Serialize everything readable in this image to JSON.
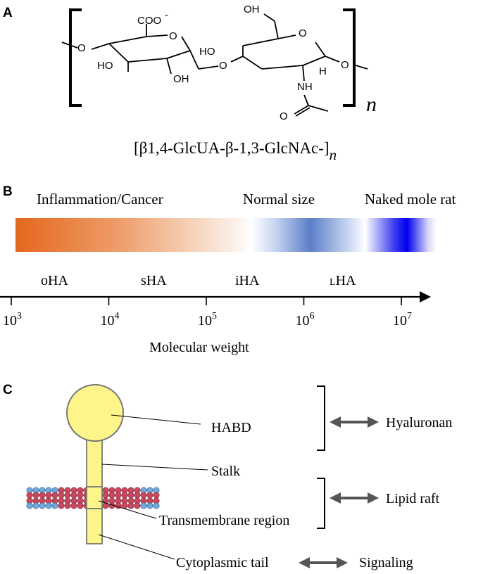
{
  "panels": {
    "a": {
      "label": "A",
      "atoms": {
        "coo": "COO",
        "coo_charge": "-",
        "oh_top": "OH",
        "ho_left": "HO",
        "oh_mid": "OH",
        "ho_mid": "HO",
        "nh": "NH",
        "h": "H",
        "o_carbonyl": "O",
        "o_ring1": "O",
        "o_ring2": "O",
        "o_link_left": "O",
        "o_link_mid": "O",
        "o_link_right": "O"
      },
      "repeat_subscript": "n",
      "formula_main": "[β1,4-GlcUA-β-1,3-GlcNAc-]",
      "formula_subscript": "n"
    },
    "b": {
      "label": "B",
      "categories": [
        {
          "name": "Inflammation/Cancer"
        },
        {
          "name": "Normal size"
        },
        {
          "name": "Naked mole rat"
        }
      ],
      "size_classes": [
        {
          "name": "oHA"
        },
        {
          "name": "sHA"
        },
        {
          "name": "iHA"
        },
        {
          "name": "LHA",
          "small_cap": "L",
          "rest": "HA"
        }
      ],
      "axis_ticks": [
        {
          "base": "10",
          "exp": "3"
        },
        {
          "base": "10",
          "exp": "4"
        },
        {
          "base": "10",
          "exp": "5"
        },
        {
          "base": "10",
          "exp": "6"
        },
        {
          "base": "10",
          "exp": "7"
        }
      ],
      "axis_label": "Molecular weight",
      "colors": {
        "orange": "#e86a1e",
        "blue": "#4a72c8",
        "deep_blue": "#0000ee"
      }
    },
    "c": {
      "label": "C",
      "parts": [
        {
          "name": "HABD"
        },
        {
          "name": "Stalk"
        },
        {
          "name": "Transmembrane region"
        },
        {
          "name": "Cytoplasmic tail"
        }
      ],
      "interactions": [
        {
          "name": "Hyaluronan"
        },
        {
          "name": "Lipid raft"
        },
        {
          "name": "Signaling"
        }
      ],
      "colors": {
        "protein": "#fdf58a",
        "lipid_red": "#c9485e",
        "lipid_blue": "#6fa8dc",
        "arrow": "#555555"
      }
    }
  }
}
